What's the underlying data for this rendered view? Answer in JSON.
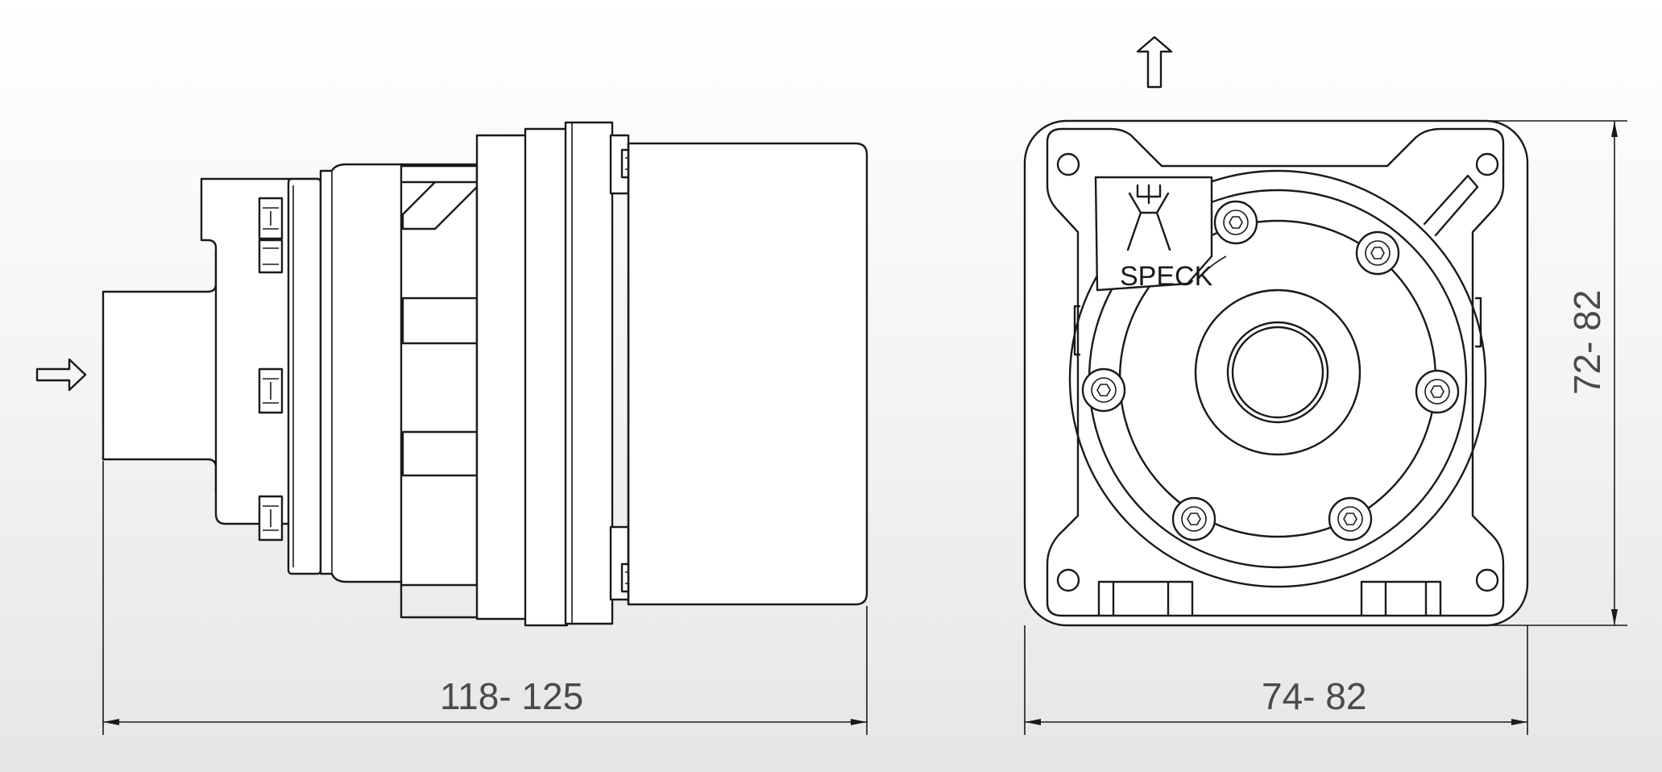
{
  "side_view": {
    "length_dimension": "118- 125"
  },
  "front_view": {
    "width_dimension": "74- 82",
    "height_dimension": "72- 82",
    "brand_label": "SPECK"
  },
  "icons": {
    "inlet_arrow": "arrow-right-icon",
    "outlet_arrow": "arrow-up-icon"
  }
}
